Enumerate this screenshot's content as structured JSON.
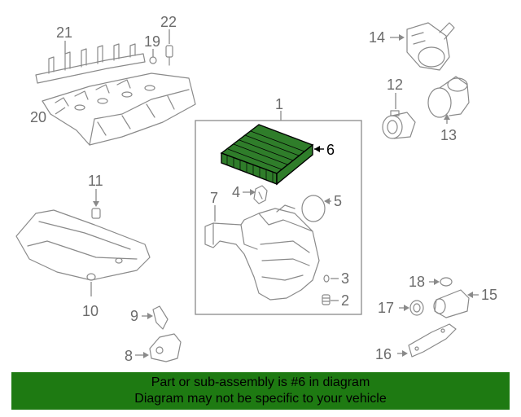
{
  "callouts": {
    "n1": "1",
    "n2": "2",
    "n3": "3",
    "n4": "4",
    "n5": "5",
    "n6": "6",
    "n7": "7",
    "n8": "8",
    "n9": "9",
    "n10": "10",
    "n11": "11",
    "n12": "12",
    "n13": "13",
    "n14": "14",
    "n15": "15",
    "n16": "16",
    "n17": "17",
    "n18": "18",
    "n19": "19",
    "n20": "20",
    "n21": "21",
    "n22": "22"
  },
  "highlight": {
    "part_number": "6",
    "fill_color": "#2f7d2a",
    "stroke_color": "#000000"
  },
  "footer": {
    "line1": "Part or sub-assembly is #6 in diagram",
    "line2": "Diagram may not be specific to your vehicle",
    "background": "#1e7a12"
  }
}
